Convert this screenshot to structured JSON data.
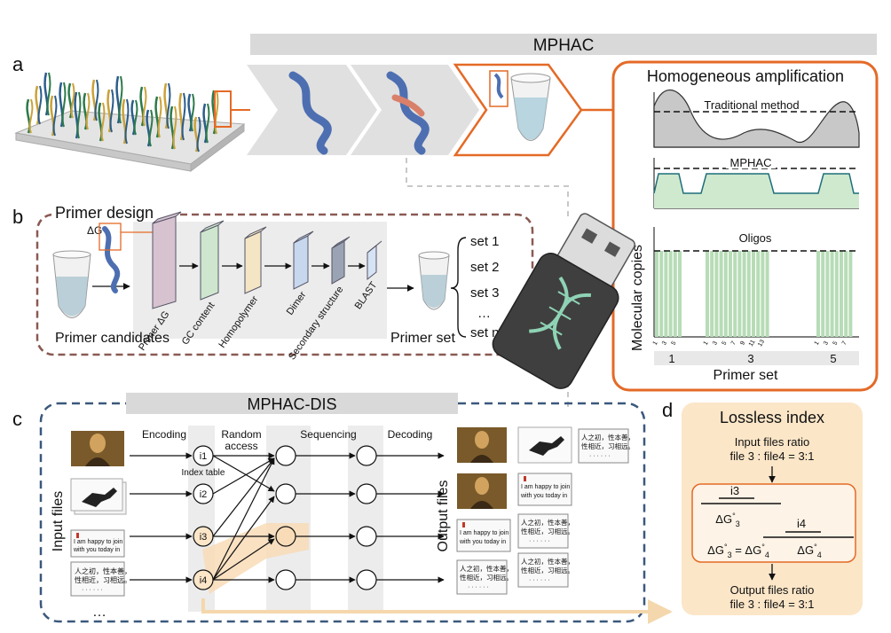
{
  "panel_labels": {
    "a": "a",
    "b": "b",
    "c": "c",
    "d": "d"
  },
  "top_banner": "MPHAC",
  "homogeneous": {
    "title": "Homogeneous amplification",
    "traditional_label": "Traditional method",
    "mphac_label": "MPHAC",
    "oligos_label": "Oligos",
    "ylabel": "Molecular copies",
    "xlabel": "Primer set",
    "set_labels": [
      "1",
      "3",
      "5"
    ],
    "tick_labels_set1": [
      "1",
      "3",
      "5"
    ],
    "tick_labels_set3": [
      "1",
      "3",
      "5",
      "7",
      "9",
      "11",
      "13"
    ],
    "tick_labels_set5": [
      "1",
      "3",
      "5",
      "7"
    ],
    "colors": {
      "bar": "#b7dcb6",
      "curve_fill": "#cfe9cf",
      "border": "#e46a27"
    }
  },
  "primer_design": {
    "title": "Primer design",
    "delta_g": "ΔG",
    "candidates_label": "Primer candidates",
    "filters": [
      "Primer ΔG",
      "GC content",
      "Homopolymer",
      "Dimer",
      "Secondary structure",
      "BLAST"
    ],
    "primer_set_label": "Primer set",
    "sets": [
      "set 1",
      "set 2",
      "set 3",
      "…",
      "set n"
    ]
  },
  "dis": {
    "banner": "MPHAC-DIS",
    "steps": [
      "Encoding",
      "Random access",
      "Sequencing",
      "Decoding"
    ],
    "input_label": "Input files",
    "output_label": "Output files",
    "index_table": "Index table",
    "nodes": [
      "i1",
      "i2",
      "i3",
      "i4"
    ],
    "doc_english": [
      "I am happy to join",
      "with you today in"
    ],
    "doc_chinese": [
      "人之初，性本善，",
      "性相近，习相远。"
    ],
    "dots": "· · · · · ·",
    "ellipsis": "…"
  },
  "lossless": {
    "title": "Lossless index",
    "input_ratio_title": "Input files ratio",
    "input_ratio": "file 3 : file4 = 3:1",
    "i3": "i3",
    "i4": "i4",
    "dg3": "ΔG°3",
    "dg4": "ΔG°4",
    "equation": "ΔG°3 = ΔG°4",
    "output_ratio_title": "Output files ratio",
    "output_ratio": "file 3 : file4 = 3:1"
  }
}
